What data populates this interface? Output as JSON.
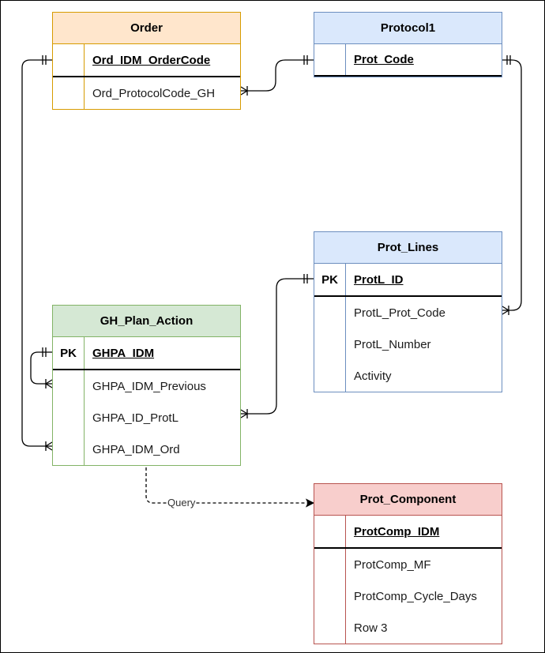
{
  "entities": {
    "order": {
      "title": "Order",
      "rows": [
        {
          "key": "",
          "name": "Ord_IDM_OrderCode"
        },
        {
          "key": "",
          "name": "Ord_ProtocolCode_GH"
        }
      ],
      "colors": {
        "fill": "#ffe6cc",
        "stroke": "#d79b00"
      }
    },
    "protocol1": {
      "title": "Protocol1",
      "rows": [
        {
          "key": "",
          "name": "Prot_Code"
        }
      ],
      "colors": {
        "fill": "#dae8fc",
        "stroke": "#6c8ebf"
      }
    },
    "prot_lines": {
      "title": "Prot_Lines",
      "rows": [
        {
          "key": "PK",
          "name": "ProtL_ID"
        },
        {
          "key": "",
          "name": "ProtL_Prot_Code"
        },
        {
          "key": "",
          "name": "ProtL_Number"
        },
        {
          "key": "",
          "name": "Activity"
        }
      ],
      "colors": {
        "fill": "#dae8fc",
        "stroke": "#6c8ebf"
      }
    },
    "gh_plan_action": {
      "title": "GH_Plan_Action",
      "rows": [
        {
          "key": "PK",
          "name": "GHPA_IDM"
        },
        {
          "key": "",
          "name": "GHPA_IDM_Previous"
        },
        {
          "key": "",
          "name": "GHPA_ID_ProtL"
        },
        {
          "key": "",
          "name": "GHPA_IDM_Ord"
        }
      ],
      "colors": {
        "fill": "#d5e8d4",
        "stroke": "#82b366"
      }
    },
    "prot_component": {
      "title": "Prot_Component",
      "rows": [
        {
          "key": "",
          "name": "ProtComp_IDM"
        },
        {
          "key": "",
          "name": "ProtComp_MF"
        },
        {
          "key": "",
          "name": "ProtComp_Cycle_Days"
        },
        {
          "key": "",
          "name": "Row 3"
        }
      ],
      "colors": {
        "fill": "#f8cecc",
        "stroke": "#b85450"
      }
    }
  },
  "relations": {
    "query_label": "Query"
  }
}
